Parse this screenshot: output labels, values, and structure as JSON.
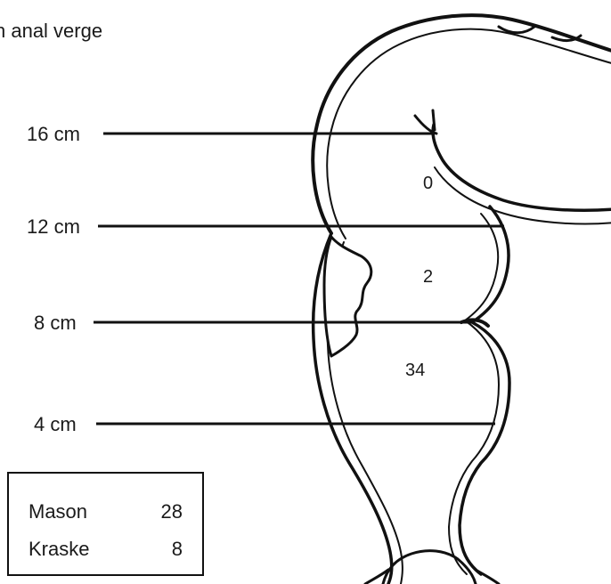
{
  "header": {
    "text": "n anal verge"
  },
  "levels": [
    {
      "label": "16 cm"
    },
    {
      "label": "12 cm"
    },
    {
      "label": "8 cm"
    },
    {
      "label": "4 cm"
    }
  ],
  "segments": [
    {
      "value": "0"
    },
    {
      "value": "2"
    },
    {
      "value": "34"
    }
  ],
  "legend": {
    "rows": [
      {
        "name": "Mason",
        "value": "28"
      },
      {
        "name": "Kraske",
        "value": "8"
      }
    ]
  }
}
